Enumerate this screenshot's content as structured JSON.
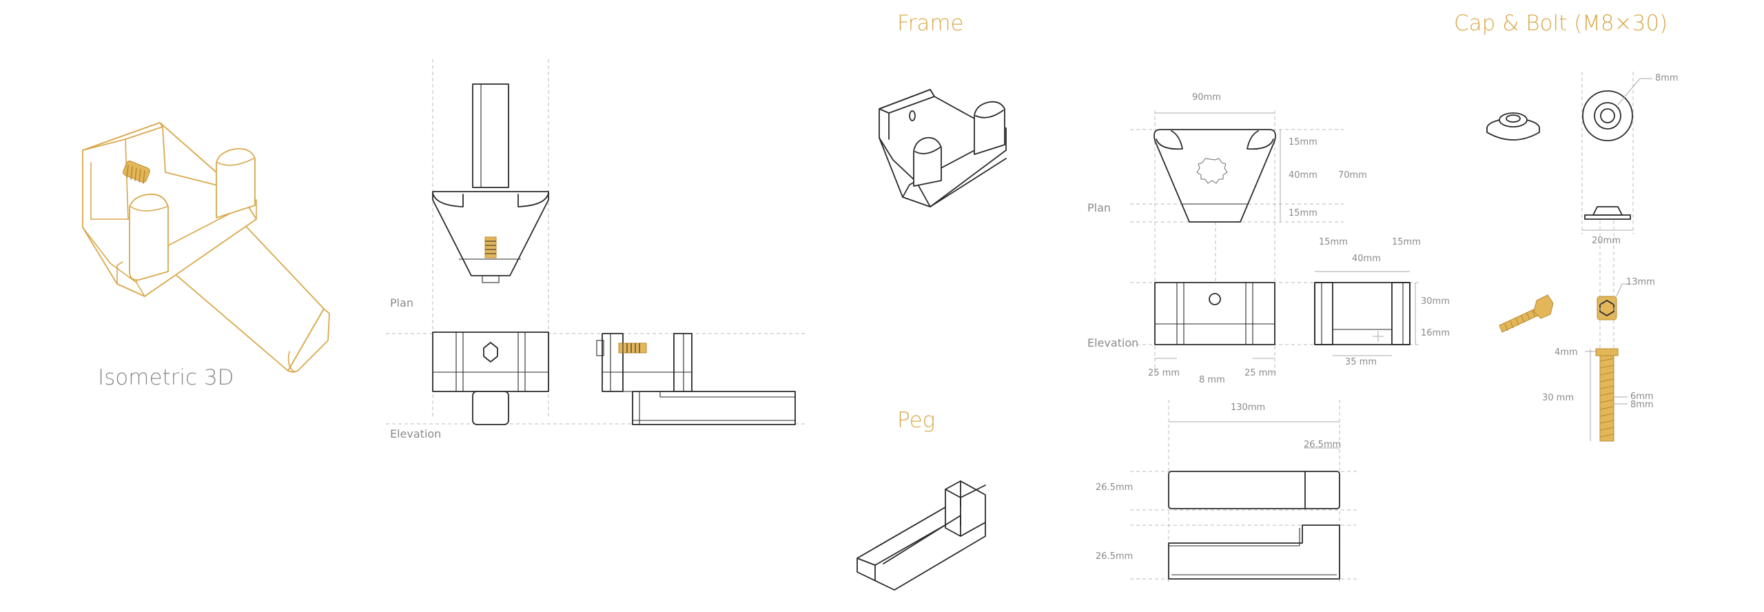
{
  "titles": {
    "frame": "Frame",
    "cap_bolt": "Cap & Bolt (M8×30)",
    "peg": "Peg"
  },
  "labels": {
    "isometric": "Isometric 3D",
    "plan_left": "Plan",
    "elevation_left": "Elevation",
    "plan_frame": "Plan",
    "elevation_frame": "Elevation"
  },
  "frame_dims": {
    "width_90": "90mm",
    "d15_top": "15mm",
    "d40": "40mm",
    "d70": "70mm",
    "d15_bottom": "15mm",
    "side_15_left": "15mm",
    "side_15_right": "15mm",
    "side_40": "40mm",
    "h30": "30mm",
    "h16": "16mm",
    "b25_left": "25 mm",
    "b8": "8 mm",
    "b25_right": "25 mm",
    "b35": "35 mm"
  },
  "peg_dims": {
    "len_130": "130mm",
    "end_26_5": "26.5mm",
    "h26_5_top": "26.5mm",
    "h26_5_bottom": "26.5mm"
  },
  "cap_dims": {
    "d8": "8mm",
    "d20": "20mm",
    "d13": "13mm",
    "d4": "4mm",
    "d30": "30 mm",
    "d6": "6mm",
    "d8b": "8mm"
  },
  "colors": {
    "accent": "#d9a84a",
    "ink": "#2a2a2a",
    "label_grey": "#8a8a8a"
  }
}
